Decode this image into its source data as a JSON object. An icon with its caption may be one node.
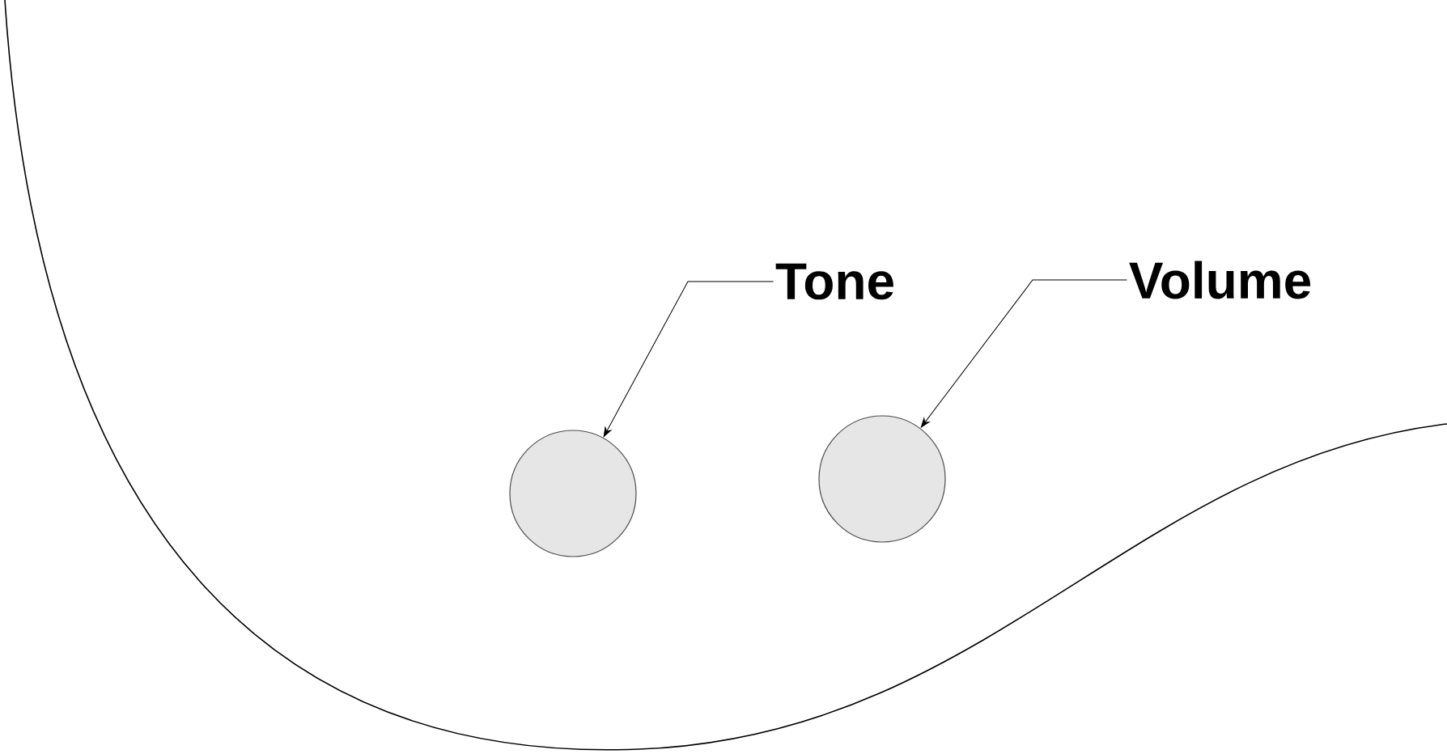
{
  "diagram": {
    "nodes": [
      {
        "text": [
          "Tone"
        ]
      },
      {
        "text": [
          "Volume"
        ]
      },
      {
        "text": [],
        "shape": "circle"
      },
      {
        "text": [],
        "shape": "circle"
      }
    ],
    "edges": [
      {
        "from": 0,
        "to": 2,
        "arrow": "to"
      },
      {
        "from": 1,
        "to": 3,
        "arrow": "to"
      }
    ]
  }
}
